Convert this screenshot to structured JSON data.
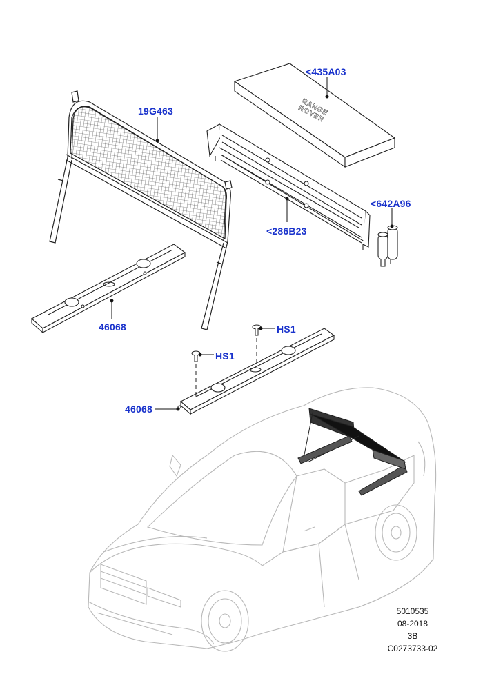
{
  "colors": {
    "callout": "#1a33cc",
    "line": "#222222",
    "car": "#b8b8b8"
  },
  "callouts": {
    "c435a03": "<435A03",
    "c19g463": "19G463",
    "c642a96": "<642A96",
    "c286b23": "<286B23",
    "c46068a": "46068",
    "c46068b": "46068",
    "hs1a": "HS1",
    "hs1b": "HS1"
  },
  "emboss": {
    "line1": "RANGE",
    "line2": "ROVER"
  },
  "meta": {
    "ref": "5010535",
    "date": "08-2018",
    "page": "3B",
    "code": "C0273733-02"
  }
}
